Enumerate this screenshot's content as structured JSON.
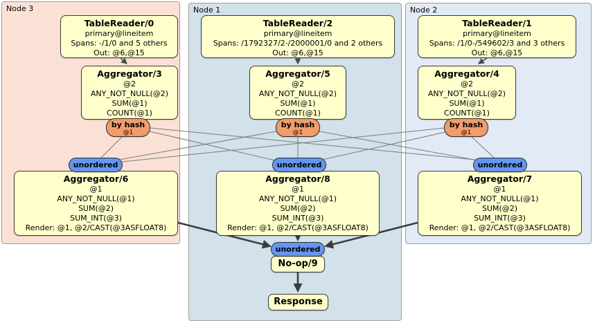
{
  "panels": {
    "node3": {
      "label": "Node 3"
    },
    "node1": {
      "label": "Node 1"
    },
    "node2": {
      "label": "Node 2"
    }
  },
  "routers": {
    "by_hash": {
      "label": "by hash",
      "key": "@1"
    },
    "unordered": {
      "label": "unordered"
    }
  },
  "processors": {
    "tablereader0": {
      "title": "TableReader/0",
      "index": "primary@lineitem",
      "spans": "Spans: -/1/0 and 5 others",
      "out": "Out: @6,@15"
    },
    "tablereader2": {
      "title": "TableReader/2",
      "index": "primary@lineitem",
      "spans": "Spans: /1792327/2-/2000001/0 and 2 others",
      "out": "Out: @6,@15"
    },
    "tablereader1": {
      "title": "TableReader/1",
      "index": "primary@lineitem",
      "spans": "Spans: /1/0-/549602/3 and 3 others",
      "out": "Out: @6,@15"
    },
    "aggregator3": {
      "title": "Aggregator/3",
      "lines": [
        "@2",
        "ANY_NOT_NULL(@2)",
        "SUM(@1)",
        "COUNT(@1)"
      ]
    },
    "aggregator5": {
      "title": "Aggregator/5",
      "lines": [
        "@2",
        "ANY_NOT_NULL(@2)",
        "SUM(@1)",
        "COUNT(@1)"
      ]
    },
    "aggregator4": {
      "title": "Aggregator/4",
      "lines": [
        "@2",
        "ANY_NOT_NULL(@2)",
        "SUM(@1)",
        "COUNT(@1)"
      ]
    },
    "aggregator6": {
      "title": "Aggregator/6",
      "lines": [
        "@1",
        "ANY_NOT_NULL(@1)",
        "SUM(@2)",
        "SUM_INT(@3)",
        "Render: @1, @2/CAST(@3ASFLOAT8)"
      ]
    },
    "aggregator8": {
      "title": "Aggregator/8",
      "lines": [
        "@1",
        "ANY_NOT_NULL(@1)",
        "SUM(@2)",
        "SUM_INT(@3)",
        "Render: @1, @2/CAST(@3ASFLOAT8)"
      ]
    },
    "aggregator7": {
      "title": "Aggregator/7",
      "lines": [
        "@1",
        "ANY_NOT_NULL(@1)",
        "SUM(@2)",
        "SUM_INT(@3)",
        "Render: @1, @2/CAST(@3ASFLOAT8)"
      ]
    },
    "noop": {
      "title": "No-op/9"
    },
    "response": {
      "title": "Response"
    }
  },
  "colors": {
    "node3_bg": "#fbe1d5",
    "node1_bg": "#d2e1ea",
    "node2_bg": "#e2eaf5",
    "box_fill": "#ffffcb",
    "router_fill": "#f29c6b",
    "sync_fill": "#6596ee"
  }
}
